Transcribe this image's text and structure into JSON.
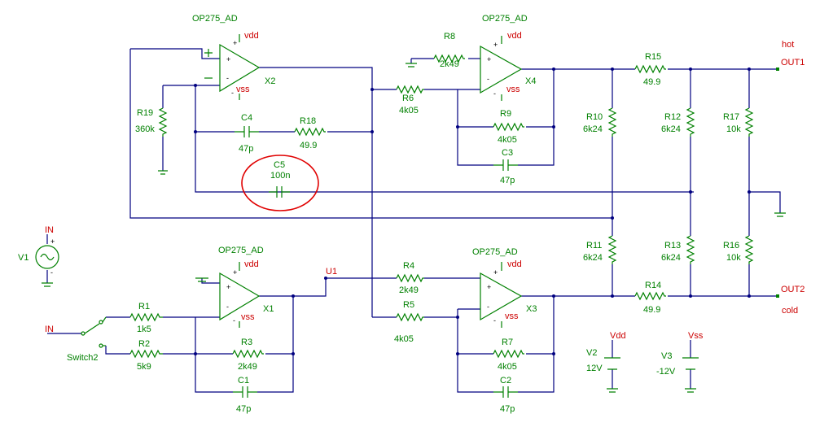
{
  "opamps": [
    {
      "ref": "X2",
      "model": "OP275_AD",
      "vpos": "vdd",
      "vneg": "vss"
    },
    {
      "ref": "X4",
      "model": "OP275_AD",
      "vpos": "vdd",
      "vneg": "vss"
    },
    {
      "ref": "X1",
      "model": "OP275_AD",
      "vpos": "vdd",
      "vneg": "vss"
    },
    {
      "ref": "X3",
      "model": "OP275_AD",
      "vpos": "vdd",
      "vneg": "vss"
    }
  ],
  "resistors": [
    {
      "ref": "R8",
      "value": "2k49"
    },
    {
      "ref": "R6",
      "value": "4k05"
    },
    {
      "ref": "R9",
      "value": "4k05"
    },
    {
      "ref": "R18",
      "value": "49.9"
    },
    {
      "ref": "R19",
      "value": "360k"
    },
    {
      "ref": "R15",
      "value": "49.9"
    },
    {
      "ref": "R10",
      "value": "6k24"
    },
    {
      "ref": "R12",
      "value": "6k24"
    },
    {
      "ref": "R17",
      "value": "10k"
    },
    {
      "ref": "R11",
      "value": "6k24"
    },
    {
      "ref": "R13",
      "value": "6k24"
    },
    {
      "ref": "R16",
      "value": "10k"
    },
    {
      "ref": "R4",
      "value": "2k49"
    },
    {
      "ref": "R5",
      "value": "4k05"
    },
    {
      "ref": "R14",
      "value": "49.9"
    },
    {
      "ref": "R1",
      "value": "1k5"
    },
    {
      "ref": "R2",
      "value": "5k9"
    },
    {
      "ref": "R3",
      "value": "2k49"
    },
    {
      "ref": "R7",
      "value": "4k05"
    }
  ],
  "capacitors": [
    {
      "ref": "C4",
      "value": "47p"
    },
    {
      "ref": "C3",
      "value": "47p"
    },
    {
      "ref": "C5",
      "value": "100n"
    },
    {
      "ref": "C1",
      "value": "47p"
    },
    {
      "ref": "C2",
      "value": "47p"
    }
  ],
  "sources": [
    {
      "ref": "V1",
      "net": "IN"
    },
    {
      "ref": "V2",
      "value": "12V",
      "net": "Vdd"
    },
    {
      "ref": "V3",
      "value": "-12V",
      "net": "Vss"
    }
  ],
  "switch": {
    "ref": "Switch2",
    "net": "IN"
  },
  "nets": {
    "u1": "U1"
  },
  "outputs": [
    {
      "name": "OUT1",
      "tag": "hot"
    },
    {
      "name": "OUT2",
      "tag": "cold"
    }
  ],
  "pin_marks": {
    "plus": "+",
    "minus": "-"
  }
}
